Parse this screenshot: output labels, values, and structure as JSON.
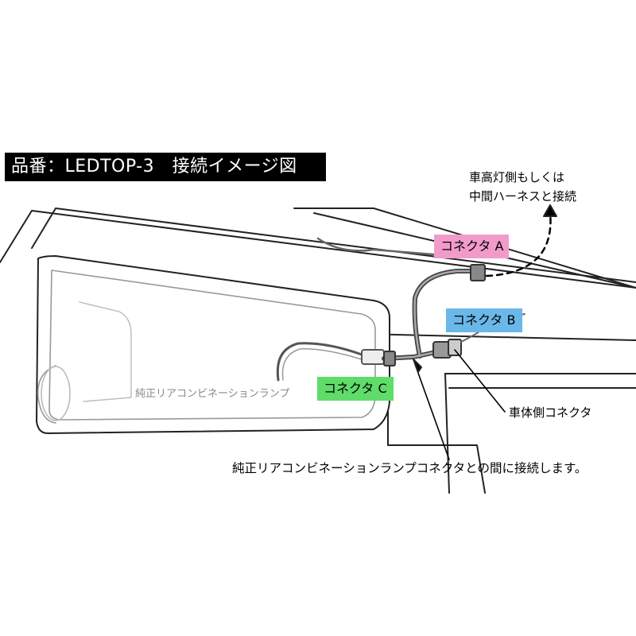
{
  "title": "品番：LEDTOP-3　接続イメージ図",
  "labels": {
    "connector_a": "コネクタ A",
    "connector_b": "コネクタ B",
    "connector_c": "コネクタ C"
  },
  "notes": {
    "headlamp_line1": "車高灯側もしくは",
    "headlamp_line2": "中間ハーネスと接続",
    "body_connector": "車体側コネクタ",
    "connection_note": "純正リアコンビネーションランプコネクタとの間に接続します。",
    "lamp_name": "純正リアコンビネーションランプ"
  },
  "colors": {
    "connector_a": "#f29bc9",
    "connector_b": "#6ab8ea",
    "connector_c": "#5fdc6a",
    "title_bg": "#000000",
    "title_text": "#ffffff"
  }
}
